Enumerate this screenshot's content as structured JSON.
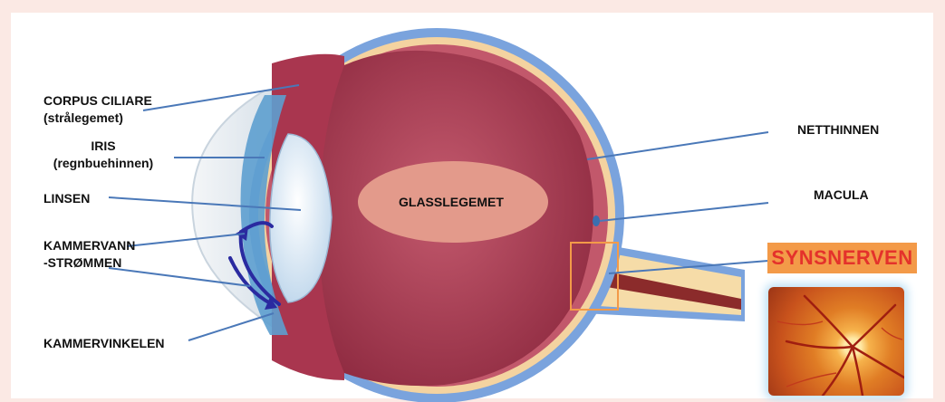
{
  "labels": {
    "corpus_ciliare": "CORPUS CILIARE",
    "corpus_ciliare_sub": "(strålegemet)",
    "iris": "IRIS",
    "iris_sub": "(regnbuehinnen)",
    "linsen": "LINSEN",
    "kammervann_1": "KAMMERVANN",
    "kammervann_2": "-STRØMMEN",
    "kammervinkelen": "KAMMERVINKELEN",
    "glasslegemet": "GLASSLEGEMET",
    "netthinnen": "NETTHINNEN",
    "macula": "MACULA",
    "synsnerven": "SYNSNERVEN"
  },
  "colors": {
    "background": "#fbe9e4",
    "sclera": "#7aa3dd",
    "vitreous": "#a83a52",
    "leader_line": "#4a78b8",
    "flow_arrow": "#2a2aa0",
    "synsnerven_box": "#f39a48",
    "synsnerven_text": "#e4322b"
  }
}
